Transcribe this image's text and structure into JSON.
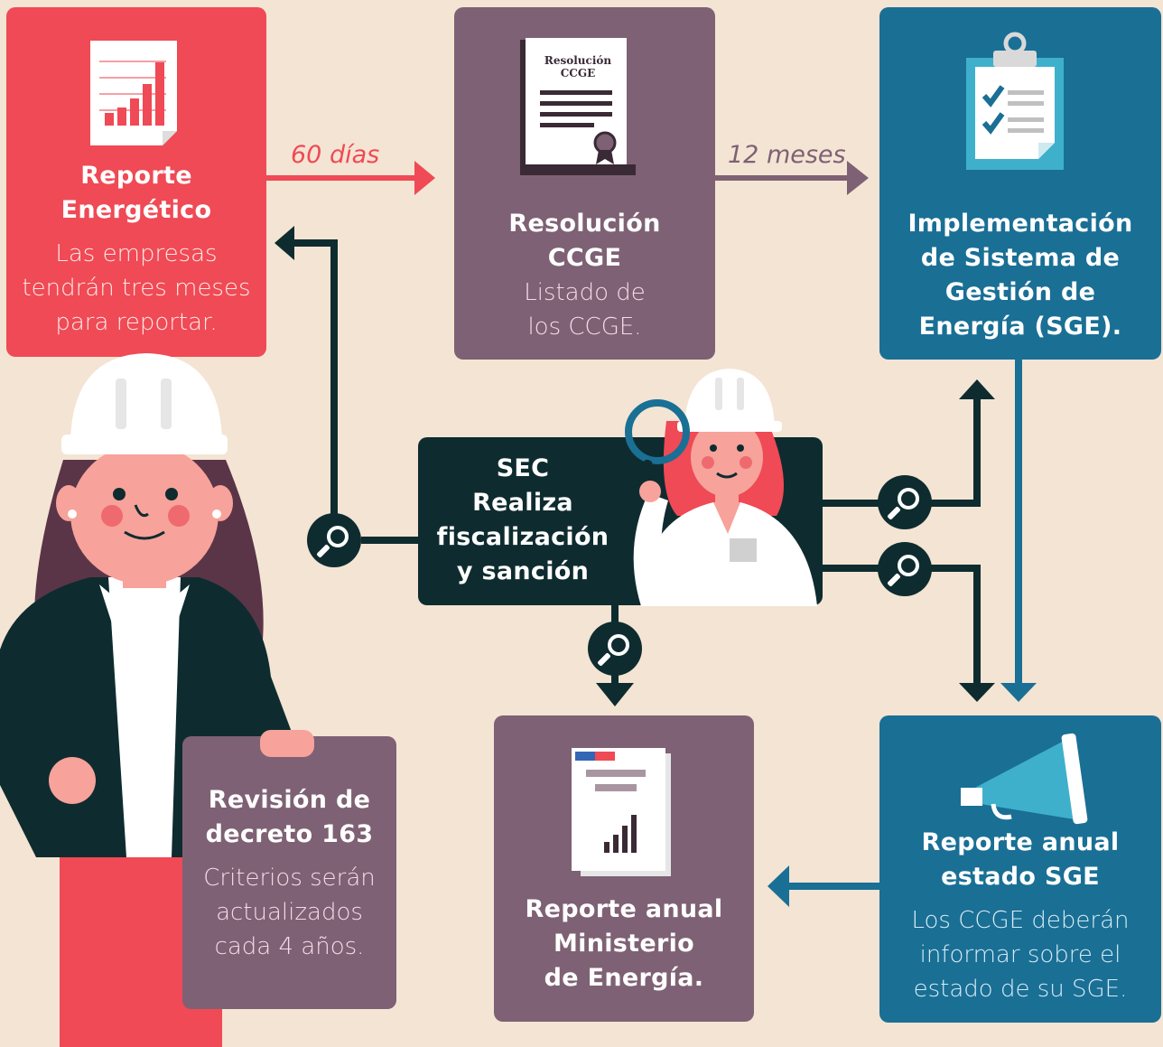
{
  "boxes": {
    "reporte_energetico": {
      "title": [
        "Reporte",
        "Energético"
      ],
      "desc": [
        "Las empresas",
        "tendrán tres meses",
        "para reportar."
      ]
    },
    "resolucion": {
      "icon_text": [
        "Resolución",
        "CCGE"
      ],
      "title": [
        "Resolución",
        "CCGE"
      ],
      "desc": [
        "Listado de",
        "los CCGE."
      ]
    },
    "implementacion": {
      "title": [
        "Implementación",
        "de Sistema de",
        "Gestión de",
        "Energía (SGE)."
      ]
    },
    "sec": {
      "title": [
        "SEC",
        "Realiza",
        "fiscalización",
        "y sanción"
      ]
    },
    "revision": {
      "title": [
        "Revisión de",
        "decreto 163"
      ],
      "desc": [
        "Criterios serán",
        "actualizados",
        "cada 4 años."
      ]
    },
    "reporte_ministerio": {
      "title": [
        "Reporte anual",
        "Ministerio",
        "de Energía."
      ]
    },
    "reporte_sge": {
      "title": [
        "Reporte anual",
        "estado SGE"
      ],
      "desc": [
        "Los CCGE deberán",
        "informar sobre el",
        "estado de su SGE."
      ]
    }
  },
  "arrows": {
    "label_60": "60 días",
    "label_12": "12 meses"
  },
  "colors": {
    "background": "#f4e4d4",
    "red": "#ef4a55",
    "plum": "#7e6174",
    "blue": "#1a6f95",
    "dark": "#0e2c2f"
  },
  "icons": [
    "bar-chart-report-icon",
    "certificate-icon",
    "clipboard-checklist-icon",
    "magnifier-icon",
    "megaphone-icon",
    "report-document-icon"
  ]
}
